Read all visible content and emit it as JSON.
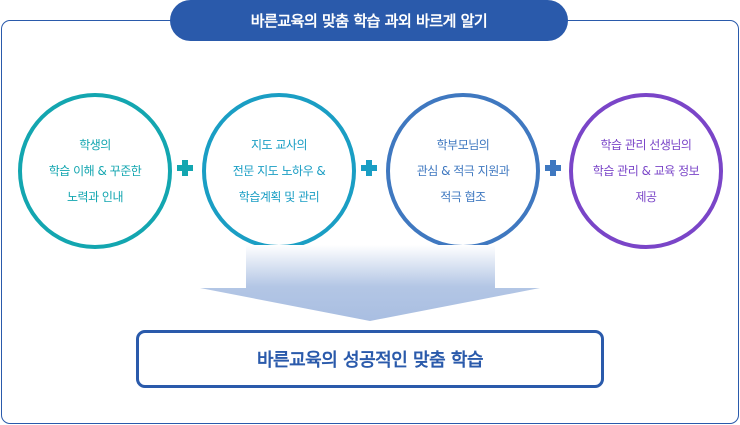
{
  "title": "바른교육의 맞춤 학습 과외 바르게 알기",
  "factors": [
    {
      "lines": [
        "학생의",
        "학습 이해 & 꾸준한",
        "노력과 인내"
      ],
      "color": "#13a6b0"
    },
    {
      "lines": [
        "지도 교사의",
        "전문 지도 노하우 &",
        "학습계획 및 관리"
      ],
      "color": "#1a9ec4"
    },
    {
      "lines": [
        "학부모님의",
        "관심 & 적극 지원과",
        "적극 협조"
      ],
      "color": "#3f78c0"
    },
    {
      "lines": [
        "학습 관리 선생님의",
        "학습 관리 & 교육 정보",
        "제공"
      ],
      "color": "#7a45c8"
    }
  ],
  "plus_colors": [
    "#13a6b0",
    "#1a9ec4",
    "#3f78c0"
  ],
  "result": "바른교육의 성공적인 맞춤 학습"
}
